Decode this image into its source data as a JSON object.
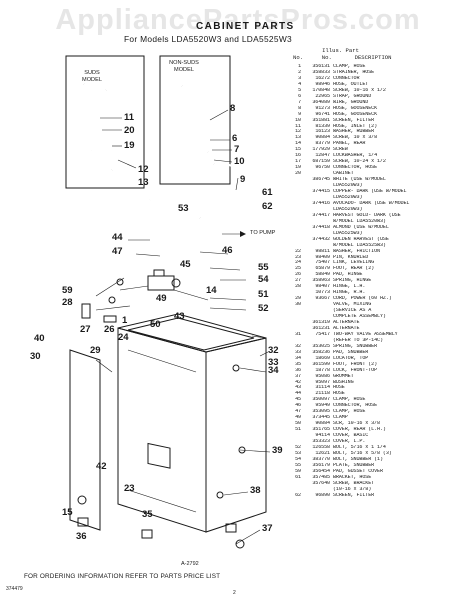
{
  "watermark": "AppliancePartsPros.com",
  "title": "CABINET PARTS",
  "subtitle": "For Models LDA5520W3 and LDA5525W3",
  "panel_labels": {
    "suds": "SUDS MODEL",
    "non_suds": "NON-SUDS MODEL"
  },
  "to_pump": "TO PUMP",
  "callouts": {
    "c11": "11",
    "c20": "20",
    "c19": "19",
    "c12": "12",
    "c13": "13",
    "c8": "8",
    "c6": "6",
    "c7": "7",
    "c10": "10",
    "c9": "9",
    "c53": "53",
    "c61": "61",
    "c62": "62",
    "c44": "44",
    "c47": "47",
    "c46": "46",
    "c45": "45",
    "c55": "55",
    "c54": "54",
    "c51": "51",
    "c52": "52",
    "c14": "14",
    "c59": "59",
    "c28": "28",
    "c49": "49",
    "c27": "27",
    "c1": "1",
    "c26": "26",
    "c43": "43",
    "c50": "50",
    "c40": "40",
    "c30": "30",
    "c24": "24",
    "c29": "29",
    "c32": "32",
    "c33": "33",
    "c34": "34",
    "c39": "39",
    "c42": "42",
    "c38": "38",
    "c23": "23",
    "c15": "15",
    "c35": "35",
    "c36": "36",
    "c37": "37"
  },
  "parts_header": {
    "illus": "Illus. Part",
    "no": "No.",
    "partno": "No.",
    "desc": "DESCRIPTION"
  },
  "parts": [
    {
      "k": "1",
      "p": "356131",
      "d": "CLAMP, HOSE"
    },
    {
      "k": "2",
      "p": "358833",
      "d": "STRAINER, HOSE"
    },
    {
      "k": "3",
      "p": "16272",
      "d": "CONNECTOR"
    },
    {
      "k": "4",
      "p": "98946",
      "d": "HOSE, OUTLET"
    },
    {
      "k": "5",
      "p": "170848",
      "d": "SCREW, 10-16 x 1/2"
    },
    {
      "k": "6",
      "p": "22965",
      "d": "STRAP, GROUND"
    },
    {
      "k": "7",
      "p": "364089",
      "d": "WIRE, GROUND"
    },
    {
      "k": "8",
      "p": "91273",
      "d": "HOSE, GOOSENECK"
    },
    {
      "k": "9",
      "p": "96741",
      "d": "HOSE, GOOSENECK"
    },
    {
      "k": "10",
      "p": "351881",
      "d": "SCREEN, FILTER"
    },
    {
      "k": "11",
      "p": "81339",
      "d": "HOSE, INLET (2)"
    },
    {
      "k": "12",
      "p": "16123",
      "d": "WASHER, RUBBER"
    },
    {
      "k": "13",
      "p": "90884",
      "d": "SCREW, 10 x 3/8"
    },
    {
      "k": "14",
      "p": "83779",
      "d": "PANEL, REAR"
    },
    {
      "k": "15",
      "p": "177929",
      "d": "SCREW"
    },
    {
      "k": "16",
      "p": "12847",
      "d": "LOCKWASHER, 1/4"
    },
    {
      "k": "17",
      "p": "687159",
      "d": "SCREW, 10-24 x 1/2"
    },
    {
      "k": "19",
      "p": "96750",
      "d": "CONNECTOR, HOSE"
    },
    {
      "k": "20",
      "p": "",
      "d": "CABINET"
    },
    {
      "k": "",
      "p": "386745",
      "d": "WHITE (USE W/MODEL"
    },
    {
      "k": "",
      "p": "",
      "d": "LDA5520W3)"
    },
    {
      "k": "",
      "p": "374415",
      "d": "COPPER- DARK (USE W/MODEL"
    },
    {
      "k": "",
      "p": "",
      "d": "LDA5520W3)"
    },
    {
      "k": "",
      "p": "374416",
      "d": "AVOCADO- DARK (USE W/MODEL"
    },
    {
      "k": "",
      "p": "",
      "d": "LDA5520W3)"
    },
    {
      "k": "",
      "p": "374417",
      "d": "HARVEST GOLD- DARK (USE"
    },
    {
      "k": "",
      "p": "",
      "d": "W/MODEL LDA5520W3)"
    },
    {
      "k": "",
      "p": "374418",
      "d": "ALMOND (USE W/MODEL"
    },
    {
      "k": "",
      "p": "",
      "d": "LDA5525W3)"
    },
    {
      "k": "",
      "p": "374432",
      "d": "GOLDEN HARVEST (USE"
    },
    {
      "k": "",
      "p": "",
      "d": "W/MODEL LDA5525W3)"
    },
    {
      "k": "22",
      "p": "98811",
      "d": "WASHER, FRICTION"
    },
    {
      "k": "23",
      "p": "98409",
      "d": "PIN, KNURLED"
    },
    {
      "k": "24",
      "p": "75407",
      "d": "LINK, LEVELING"
    },
    {
      "k": "25",
      "p": "65879",
      "d": "FOOT, REAR (2)"
    },
    {
      "k": "26",
      "p": "58849",
      "d": "PAD, HINGE"
    },
    {
      "k": "27",
      "p": "358963",
      "d": "SPRING, HINGE"
    },
    {
      "k": "28",
      "p": "98407",
      "d": "HINGE, L.H."
    },
    {
      "k": "",
      "p": "10773",
      "d": "HINGE, R.H."
    },
    {
      "k": "29",
      "p": "93667",
      "d": "CORD, POWER (60 HZ.)"
    },
    {
      "k": "30",
      "p": "",
      "d": "VALVE, MIXING"
    },
    {
      "k": "",
      "p": "",
      "d": "(SERVICE AS A"
    },
    {
      "k": "",
      "p": "",
      "d": "COMPLETE ASSEMBLY)"
    },
    {
      "k": "",
      "p": "361319",
      "d": "ALTERNATE"
    },
    {
      "k": "",
      "p": "361231",
      "d": "ALTERNATE"
    },
    {
      "k": "31",
      "p": "75417",
      "d": "TWO-WAY VALVE ASSEMBLY"
    },
    {
      "k": "",
      "p": "",
      "d": "(REFER TO 3P-14C)"
    },
    {
      "k": "32",
      "p": "353025",
      "d": "SPRING, SNUBBER"
    },
    {
      "k": "33",
      "p": "358236",
      "d": "PAD, SNUBBER"
    },
    {
      "k": "34",
      "p": "18669",
      "d": "LOCATOR, TOP"
    },
    {
      "k": "35",
      "p": "361599",
      "d": "FOOT, FRONT (2)"
    },
    {
      "k": "36",
      "p": "18778",
      "d": "LOCK, FRONT-TOP"
    },
    {
      "k": "37",
      "p": "95086",
      "d": "GROMMET"
    },
    {
      "k": "42",
      "p": "95097",
      "d": "BUSHING"
    },
    {
      "k": "43",
      "p": "31114",
      "d": "HOSE"
    },
    {
      "k": "44",
      "p": "21118",
      "d": "HOSE"
    },
    {
      "k": "45",
      "p": "350097",
      "d": "CLAMP, HOSE"
    },
    {
      "k": "46",
      "p": "95949",
      "d": "CONNECTOR, HOSE"
    },
    {
      "k": "47",
      "p": "353095",
      "d": "CLAMP, HOSE"
    },
    {
      "k": "49",
      "p": "373445",
      "d": "CLAMP"
    },
    {
      "k": "50",
      "p": "90884",
      "d": "SCR, 10-16 x 3/8"
    },
    {
      "k": "51",
      "p": "351765",
      "d": "COVER, REAR (L.H.)"
    },
    {
      "k": "",
      "p": "94114",
      "d": "COVER, BASIC"
    },
    {
      "k": "",
      "p": "353323",
      "d": "COVER, L.P."
    },
    {
      "k": "52",
      "p": "126558",
      "d": "BOLT, 5/16 x 1 1/4"
    },
    {
      "k": "53",
      "p": "12621",
      "d": "BOLT, 5/16 x 5/8 (3)"
    },
    {
      "k": "54",
      "p": "383770",
      "d": "BOLT, SNUBBER (1)"
    },
    {
      "k": "55",
      "p": "356179",
      "d": "PLATE, SNUBBER"
    },
    {
      "k": "59",
      "p": "356454",
      "d": "PAD, GUSSET COVER"
    },
    {
      "k": "61",
      "p": "357485",
      "d": "BRACKET, HOSE"
    },
    {
      "k": "",
      "p": "357640",
      "d": "SCREW, BRACKET"
    },
    {
      "k": "",
      "p": "",
      "d": "(10-16 x 3/8)"
    },
    {
      "k": "62",
      "p": "96890",
      "d": "SCREEN, FILTER"
    }
  ],
  "figure_ref": "A-2792",
  "footer": "FOR ORDERING INFORMATION REFER TO PARTS PRICE LIST",
  "doc_number": "374479",
  "page_number": "2"
}
